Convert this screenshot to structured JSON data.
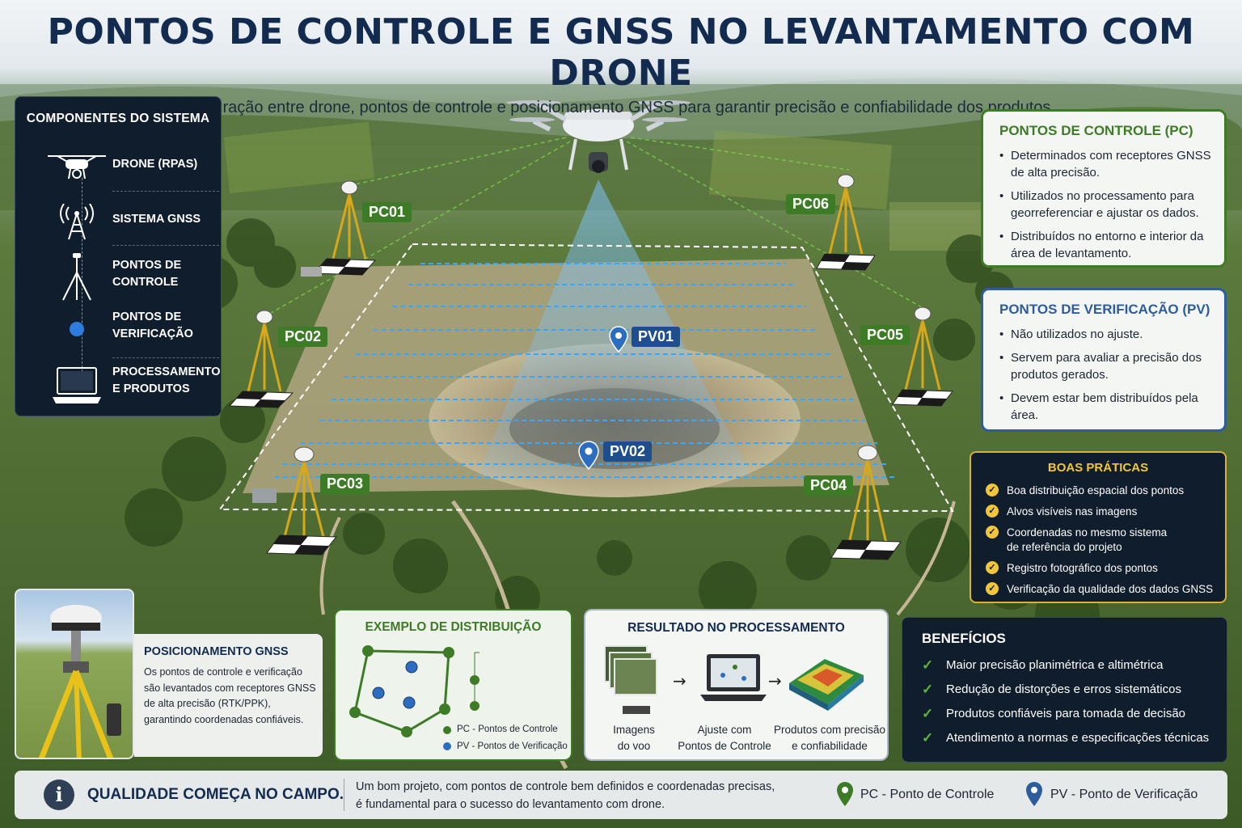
{
  "header": {
    "title": "PONTOS DE CONTROLE E GNSS NO LEVANTAMENTO COM DRONE",
    "subtitle": "Integração entre drone, pontos de controle e posicionamento GNSS para garantir precisão e confiabilidade dos produtos."
  },
  "components": {
    "title": "COMPONENTES DO SISTEMA",
    "drone": "DRONE (RPAS)",
    "gnss": "SISTEMA GNSS",
    "pc_line1": "PONTOS DE",
    "pc_line2": "CONTROLE",
    "pv_line1": "PONTOS DE",
    "pv_line2": "VERIFICAÇÃO",
    "proc_line1": "PROCESSAMENTO",
    "proc_line2": "E PRODUTOS"
  },
  "markers": {
    "pc01": "PC01",
    "pc02": "PC02",
    "pc03": "PC03",
    "pc04": "PC04",
    "pc05": "PC05",
    "pc06": "PC06",
    "pv01": "PV01",
    "pv02": "PV02"
  },
  "pc_box": {
    "title": "PONTOS DE CONTROLE (PC)",
    "items": [
      "Determinados com receptores GNSS de alta precisão.",
      "Utilizados no processamento para georreferenciar e ajustar os dados.",
      "Distribuídos no entorno e interior da área de levantamento."
    ]
  },
  "pv_box": {
    "title": "PONTOS DE VERIFICAÇÃO (PV)",
    "items": [
      "Não utilizados no ajuste.",
      "Servem para avaliar a precisão dos produtos gerados.",
      "Devem estar bem distribuídos pela área."
    ]
  },
  "best_practices": {
    "title": "BOAS PRÁTICAS",
    "items": [
      "Boa distribuição espacial dos pontos",
      "Alvos visíveis nas imagens",
      "Coordenadas no mesmo sistema",
      "de referência do projeto",
      "Registro fotográfico dos pontos",
      "Verificação da qualidade dos dados GNSS"
    ]
  },
  "benefits": {
    "title": "BENEFÍCIOS",
    "items": [
      "Maior precisão planimétrica e altimétrica",
      "Redução de distorções e erros sistemáticos",
      "Produtos confiáveis para tomada de decisão",
      "Atendimento a normas e especificações técnicas"
    ]
  },
  "gnss_card": {
    "title": "POSICIONAMENTO GNSS",
    "text": "Os pontos de controle e verificação são levantados com receptores GNSS de alta precisão (RTK/PPK), garantindo coordenadas confiáveis."
  },
  "distribution": {
    "title": "EXEMPLO DE DISTRIBUIÇÃO",
    "legend_pc": "PC - Pontos de Controle",
    "legend_pv": "PV - Pontos de Verificação"
  },
  "processing": {
    "title": "RESULTADO NO PROCESSAMENTO",
    "step1_l1": "Imagens",
    "step1_l2": "do voo",
    "step2_l1": "Ajuste com",
    "step2_l2": "Pontos de Controle",
    "step3_l1": "Produtos com precisão",
    "step3_l2": "e confiabilidade"
  },
  "footer": {
    "headline": "QUALIDADE COMEÇA NO CAMPO.",
    "text_l1": "Um bom projeto, com pontos de controle bem definidos e coordenadas precisas,",
    "text_l2": "é fundamental para o sucesso do levantamento com drone.",
    "legend_pc": "PC - Ponto de Controle",
    "legend_pv": "PV - Ponto de Verificação"
  },
  "colors": {
    "pc_green": "#3e7b27",
    "pv_blue": "#2d5d9c",
    "navy": "#132b4f",
    "gold": "#f2c63a",
    "dark_panel": "#101d2c"
  },
  "icons": [
    "drone-icon",
    "gnss-antenna-icon",
    "tripod-icon",
    "verification-dot-icon",
    "laptop-icon",
    "check-icon",
    "info-icon",
    "pin-icon",
    "arrow-icon",
    "3d-model-icon"
  ]
}
